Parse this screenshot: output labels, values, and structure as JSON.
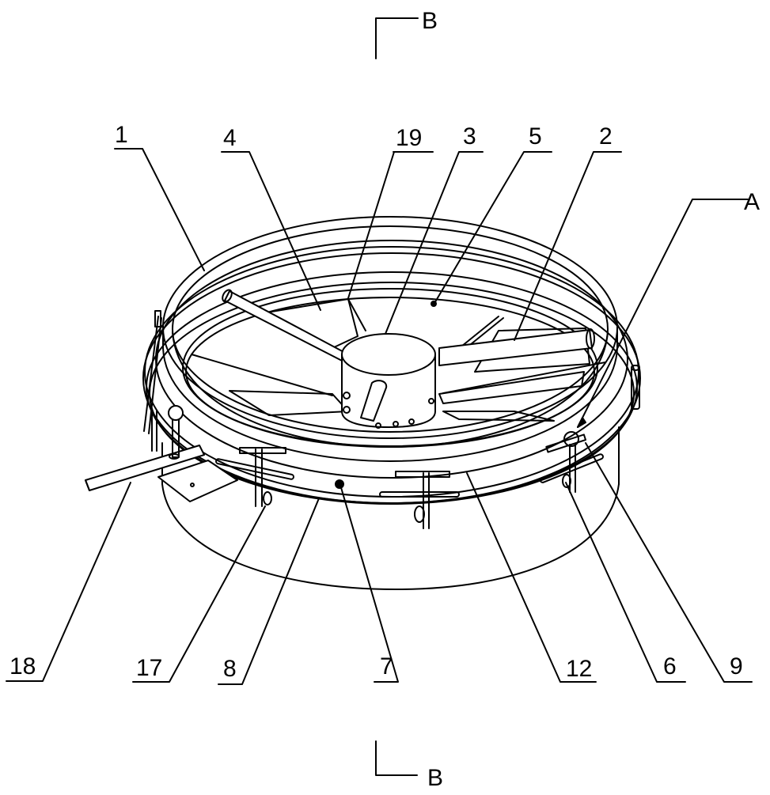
{
  "figure": {
    "type": "patent technical drawing",
    "view": "isometric assembly view",
    "line_color": "#000000",
    "background": "#ffffff"
  },
  "section_marks": {
    "top": {
      "label": "B"
    },
    "bottom": {
      "label": "B"
    }
  },
  "detail_mark": {
    "label": "A"
  },
  "callouts": {
    "top": [
      {
        "label": "1"
      },
      {
        "label": "4"
      },
      {
        "label": "19"
      },
      {
        "label": "3"
      },
      {
        "label": "5"
      },
      {
        "label": "2"
      }
    ],
    "bottom": [
      {
        "label": "18"
      },
      {
        "label": "17"
      },
      {
        "label": "8"
      },
      {
        "label": "7"
      },
      {
        "label": "12"
      },
      {
        "label": "6"
      },
      {
        "label": "9"
      }
    ]
  }
}
